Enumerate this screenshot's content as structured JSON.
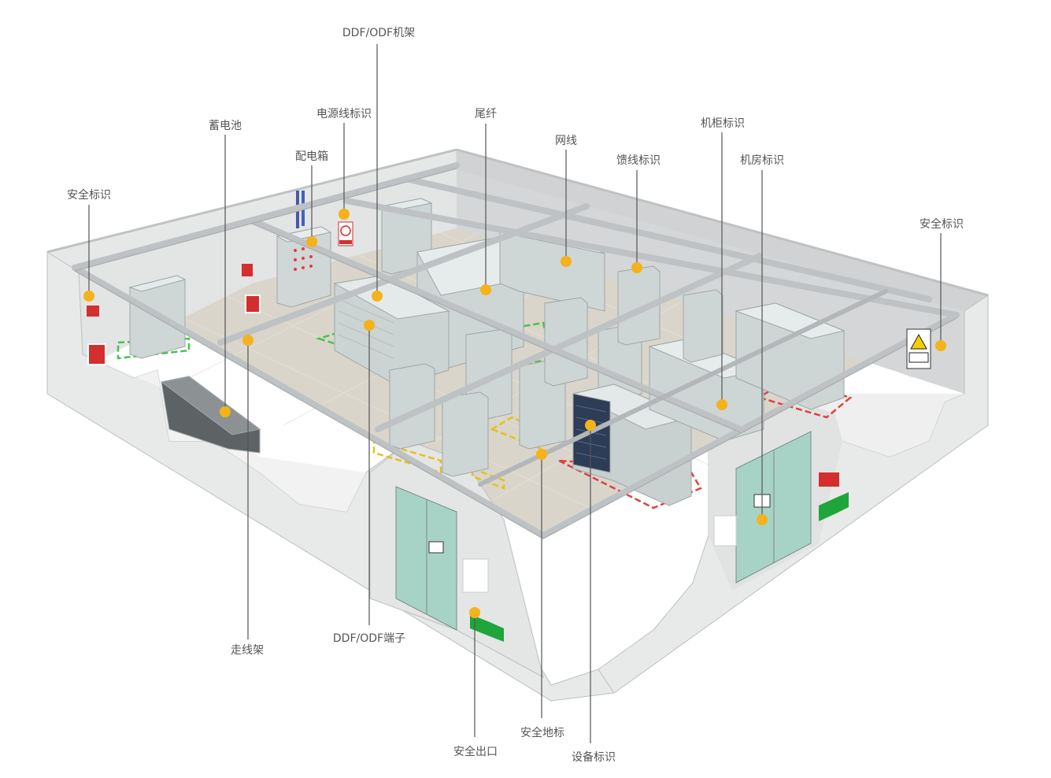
{
  "colors": {
    "hotspot": "#F5B21B",
    "leader": "#555555",
    "label": "#555555",
    "wall": "#E7E8E8",
    "floor": "#D8D3C8",
    "cabinet": "#CFD6D6",
    "tray": "#BFC3C5",
    "zone_green": "#4CC04C",
    "zone_yellow": "#E4C21A",
    "zone_red": "#E04040",
    "exit_green": "#1FA53A"
  },
  "labels": {
    "ddf_odf_rack": "DDF/ODF机架",
    "power_line_tag": "电源线标识",
    "battery": "蓄电池",
    "distribution_box": "配电箱",
    "safety_sign_left": "安全标识",
    "pigtail": "尾纤",
    "network_cable": "网线",
    "feeder_tag": "馈线标识",
    "cabinet_tag": "机柜标识",
    "room_tag": "机房标识",
    "safety_sign_right": "安全标识",
    "cable_tray": "走线架",
    "ddf_odf_port": "DDF/ODF端子",
    "safety_exit": "安全出口",
    "floor_marking": "安全地标",
    "equipment_tag": "设备标识"
  },
  "hotspot_icon": "circle-dot-icon"
}
